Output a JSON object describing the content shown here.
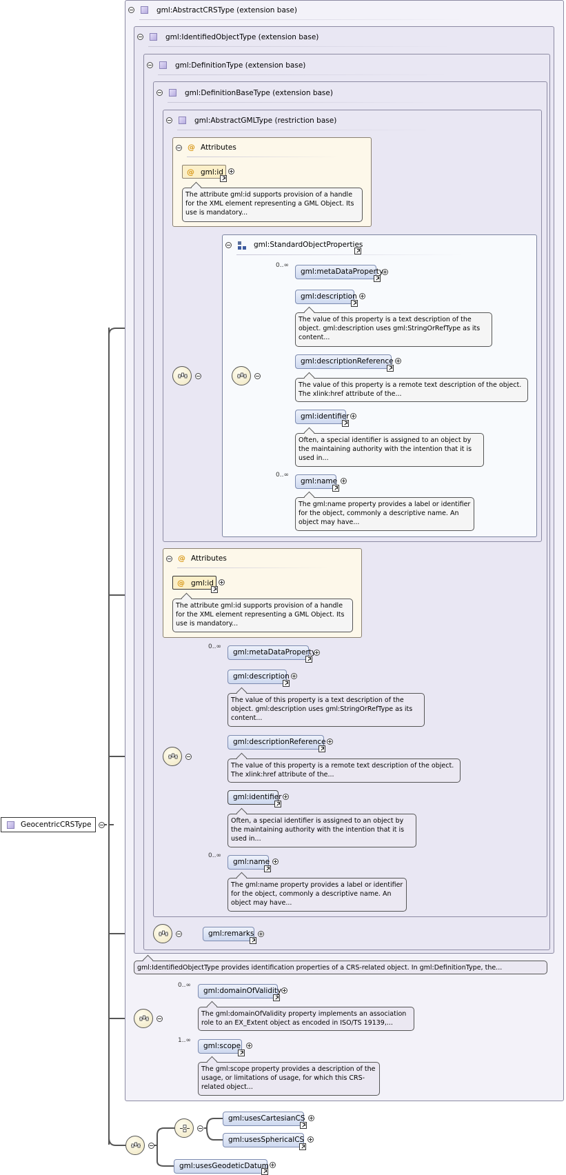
{
  "root": {
    "name": "GeocentricCRSType"
  },
  "bases": {
    "abstract_crs": "gml:AbstractCRSType (extension base)",
    "identified_object": "gml:IdentifiedObjectType (extension base)",
    "definition": "gml:DefinitionType (extension base)",
    "definition_base": "gml:DefinitionBaseType (extension base)",
    "abstract_gml": "gml:AbstractGMLType (restriction base)"
  },
  "attributes_label": "Attributes",
  "gml_id": {
    "name": "gml:id",
    "desc": "The attribute gml:id supports provision of a handle for the XML element representing a GML Object. Its use is mandatory..."
  },
  "standard_object_properties": "gml:StandardObjectProperties",
  "elements": {
    "metaDataProperty": {
      "name": "gml:metaDataProperty",
      "card": "0..∞"
    },
    "description": {
      "name": "gml:description",
      "desc": "The value of this property is a text description of the object. gml:description uses gml:StringOrRefType as its content..."
    },
    "descriptionReference": {
      "name": "gml:descriptionReference",
      "desc": "The value of this property is a remote text description of the object. The xlink:href attribute of the..."
    },
    "identifier": {
      "name": "gml:identifier",
      "desc": "Often, a special identifier is assigned to an object by the maintaining authority with the intention that it is used in..."
    },
    "name": {
      "name": "gml:name",
      "card": "0..∞",
      "desc": "The gml:name property provides a label or identifier for the object, commonly a descriptive name. An object may have..."
    },
    "remarks": {
      "name": "gml:remarks"
    },
    "domainOfValidity": {
      "name": "gml:domainOfValidity",
      "card": "0..∞",
      "desc": "The gml:domainOfValidity property implements an association role to an EX_Extent object as encoded in ISO/TS 19139,..."
    },
    "scope": {
      "name": "gml:scope",
      "card": "1..∞",
      "desc": "The gml:scope property provides a description of the usage, or limitations of usage, for which this CRS-related object..."
    },
    "usesCartesianCS": {
      "name": "gml:usesCartesianCS"
    },
    "usesSphericalCS": {
      "name": "gml:usesSphericalCS"
    },
    "usesGeodeticDatum": {
      "name": "gml:usesGeodeticDatum"
    }
  },
  "identified_object_desc": "gml:IdentifiedObjectType provides identification properties of a CRS-related object. In gml:DefinitionType, the..."
}
